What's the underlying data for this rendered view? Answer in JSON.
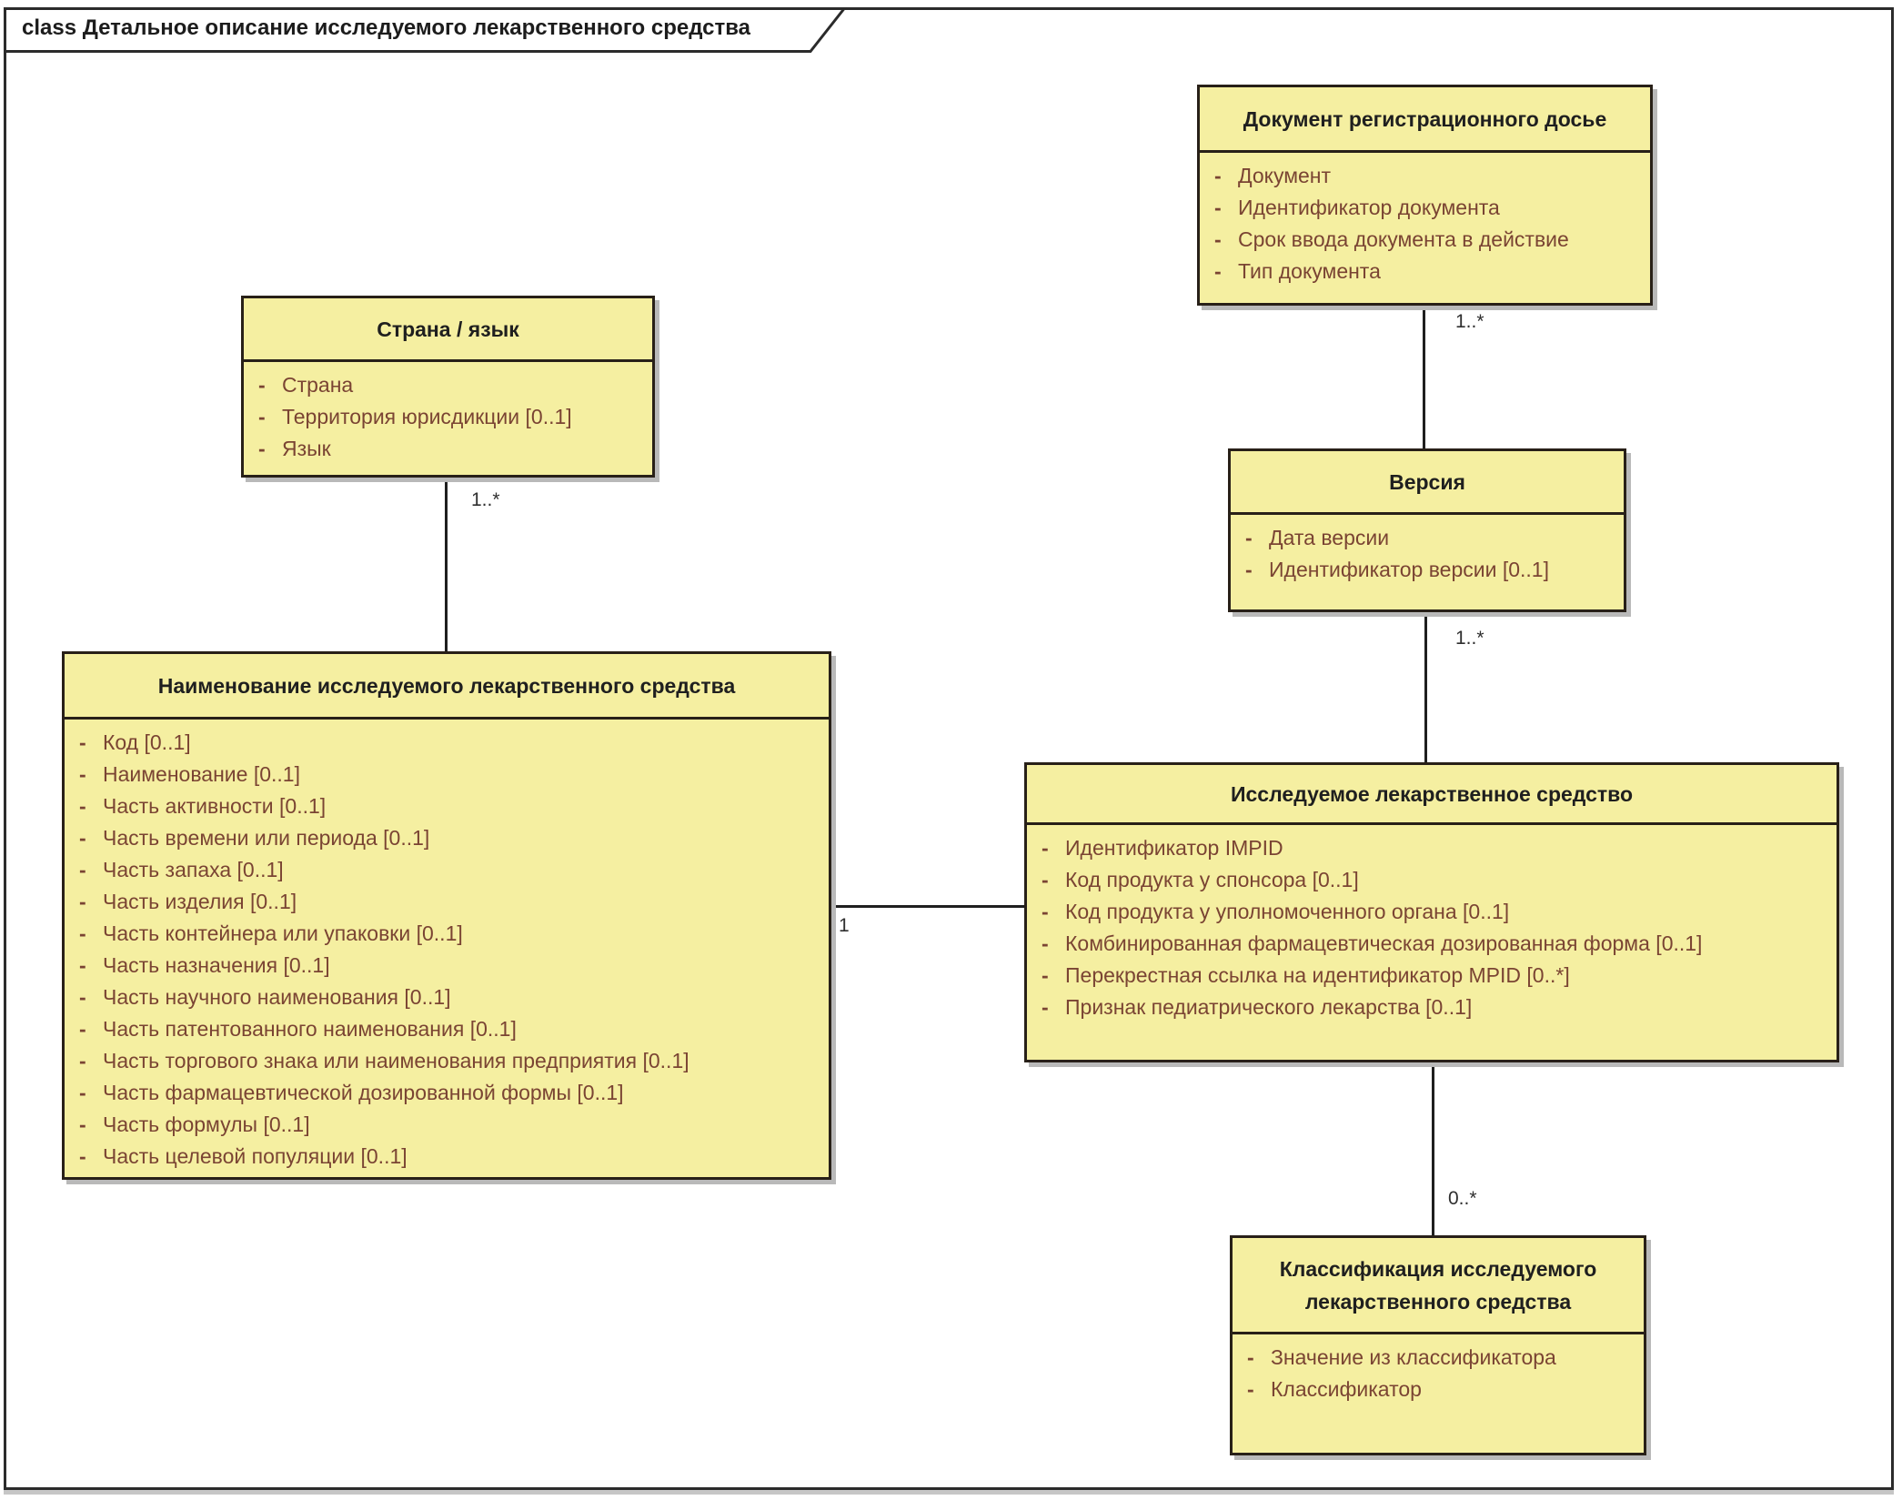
{
  "diagram": {
    "frame_title": "class Детальное описание исследуемого лекарственного средства"
  },
  "ui": {
    "visibility_marker": "-"
  },
  "classes": [
    {
      "title": "Документ регистрационного досье",
      "attributes": [
        "Документ",
        "Идентификатор документа",
        "Срок ввода документа в действие",
        "Тип документа"
      ]
    },
    {
      "title": "Страна / язык",
      "attributes": [
        "Страна",
        "Территория юрисдикции [0..1]",
        "Язык"
      ]
    },
    {
      "title": "Версия",
      "attributes": [
        "Дата версии",
        "Идентификатор версии [0..1]"
      ]
    },
    {
      "title": "Наименование исследуемого лекарственного средства",
      "attributes": [
        "Код [0..1]",
        "Наименование [0..1]",
        "Часть активности [0..1]",
        "Часть времени или периода [0..1]",
        "Часть запаха [0..1]",
        "Часть изделия [0..1]",
        "Часть контейнера или упаковки [0..1]",
        "Часть назначения [0..1]",
        "Часть научного наименования [0..1]",
        "Часть патентованного наименования [0..1]",
        "Часть торгового знака или наименования предприятия [0..1]",
        "Часть фармацевтической дозированной формы [0..1]",
        "Часть формулы [0..1]",
        "Часть целевой популяции [0..1]"
      ]
    },
    {
      "title": "Исследуемое лекарственное средство",
      "attributes": [
        "Идентификатор IMPID",
        "Код продукта у спонсора [0..1]",
        "Код продукта у уполномоченного органа [0..1]",
        "Комбинированная фармацевтическая дозированная форма [0..1]",
        "Перекрестная ссылка на идентификатор MPID [0..*]",
        "Признак педиатрического лекарства [0..1]"
      ]
    },
    {
      "title": "Классификация исследуемого лекарственного средства",
      "attributes": [
        "Значение из классификатора",
        "Классификатор"
      ]
    }
  ],
  "connectors": [
    {
      "from": "Документ регистрационного досье",
      "to": "Версия",
      "label": "1..*"
    },
    {
      "from": "Версия",
      "to": "Исследуемое лекарственное средство",
      "label": "1..*"
    },
    {
      "from": "Страна / язык",
      "to": "Наименование исследуемого лекарственного средства",
      "label": "1..*"
    },
    {
      "from": "Наименование исследуемого лекарственного средства",
      "to": "Исследуемое лекарственное средство",
      "label": "1"
    },
    {
      "from": "Исследуемое лекарственное средство",
      "to": "Классификация исследуемого лекарственного средства",
      "label": "0..*"
    }
  ],
  "colors": {
    "class_fill": "#f5efa1",
    "class_border": "#282018",
    "attribute_text": "#7a4433",
    "header_text": "#1f1f1f",
    "connector": "#1f1f1f",
    "shadow": "#b9b9b9",
    "background": "#ffffff"
  }
}
